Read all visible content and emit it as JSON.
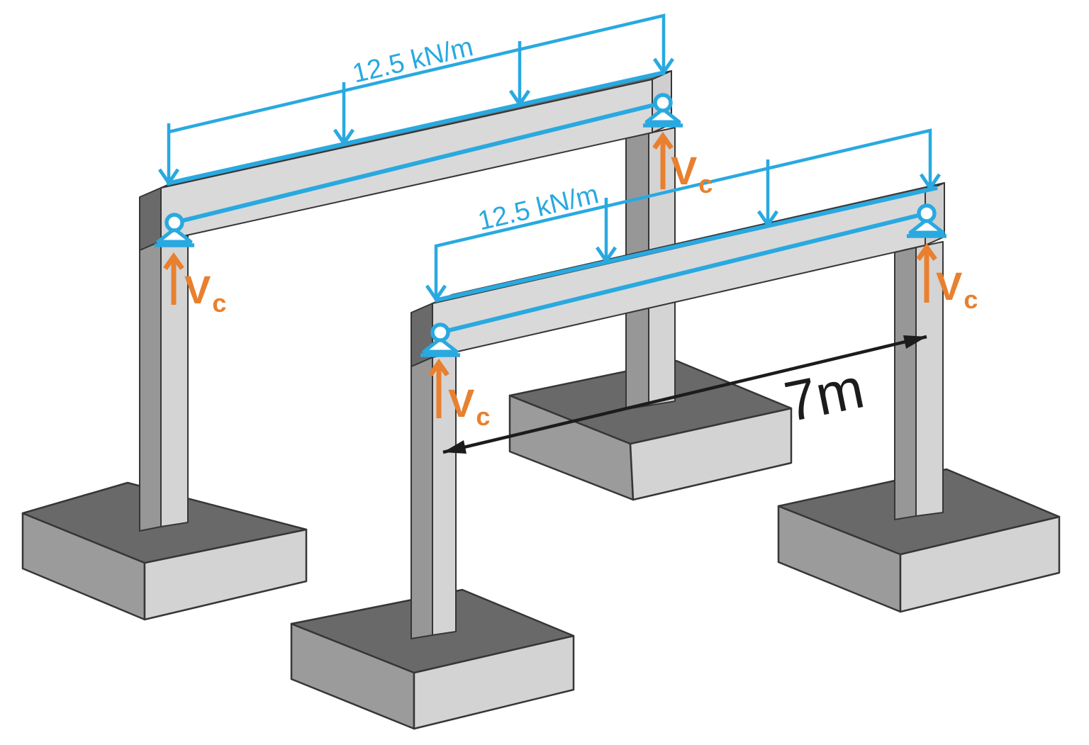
{
  "colors": {
    "load-blue": "#29A9E0",
    "reaction-orange": "#E8802F",
    "dimension-black": "#1C1C1C",
    "face-top-gray": "#696969",
    "end-dark-gray": "#6A6A6A",
    "end-light-gray": "#CFCFCF",
    "beam-front-gray": "#D9D9D9",
    "column-front-gray": "#D4D4D4",
    "column-side-gray": "#979797",
    "footing-side-gray": "#9B9B9B",
    "footing-front-gray": "#D3D3D3",
    "outline-gray": "#363636",
    "background": "#FFFFFF"
  },
  "loads": {
    "back_beam": {
      "label": "12.5 kN/m",
      "arrow_count": 4
    },
    "front_beam": {
      "label": "12.5 kN/m",
      "arrow_count": 4
    }
  },
  "dimension": {
    "label": "7m"
  },
  "reactions": {
    "symbol": "V",
    "subscript": "c",
    "count": 4
  },
  "supports": {
    "icon": "pin-support-icon",
    "count": 4
  },
  "structure": {
    "frames": 2,
    "beams": 2,
    "columns": 4,
    "footings": 4
  }
}
